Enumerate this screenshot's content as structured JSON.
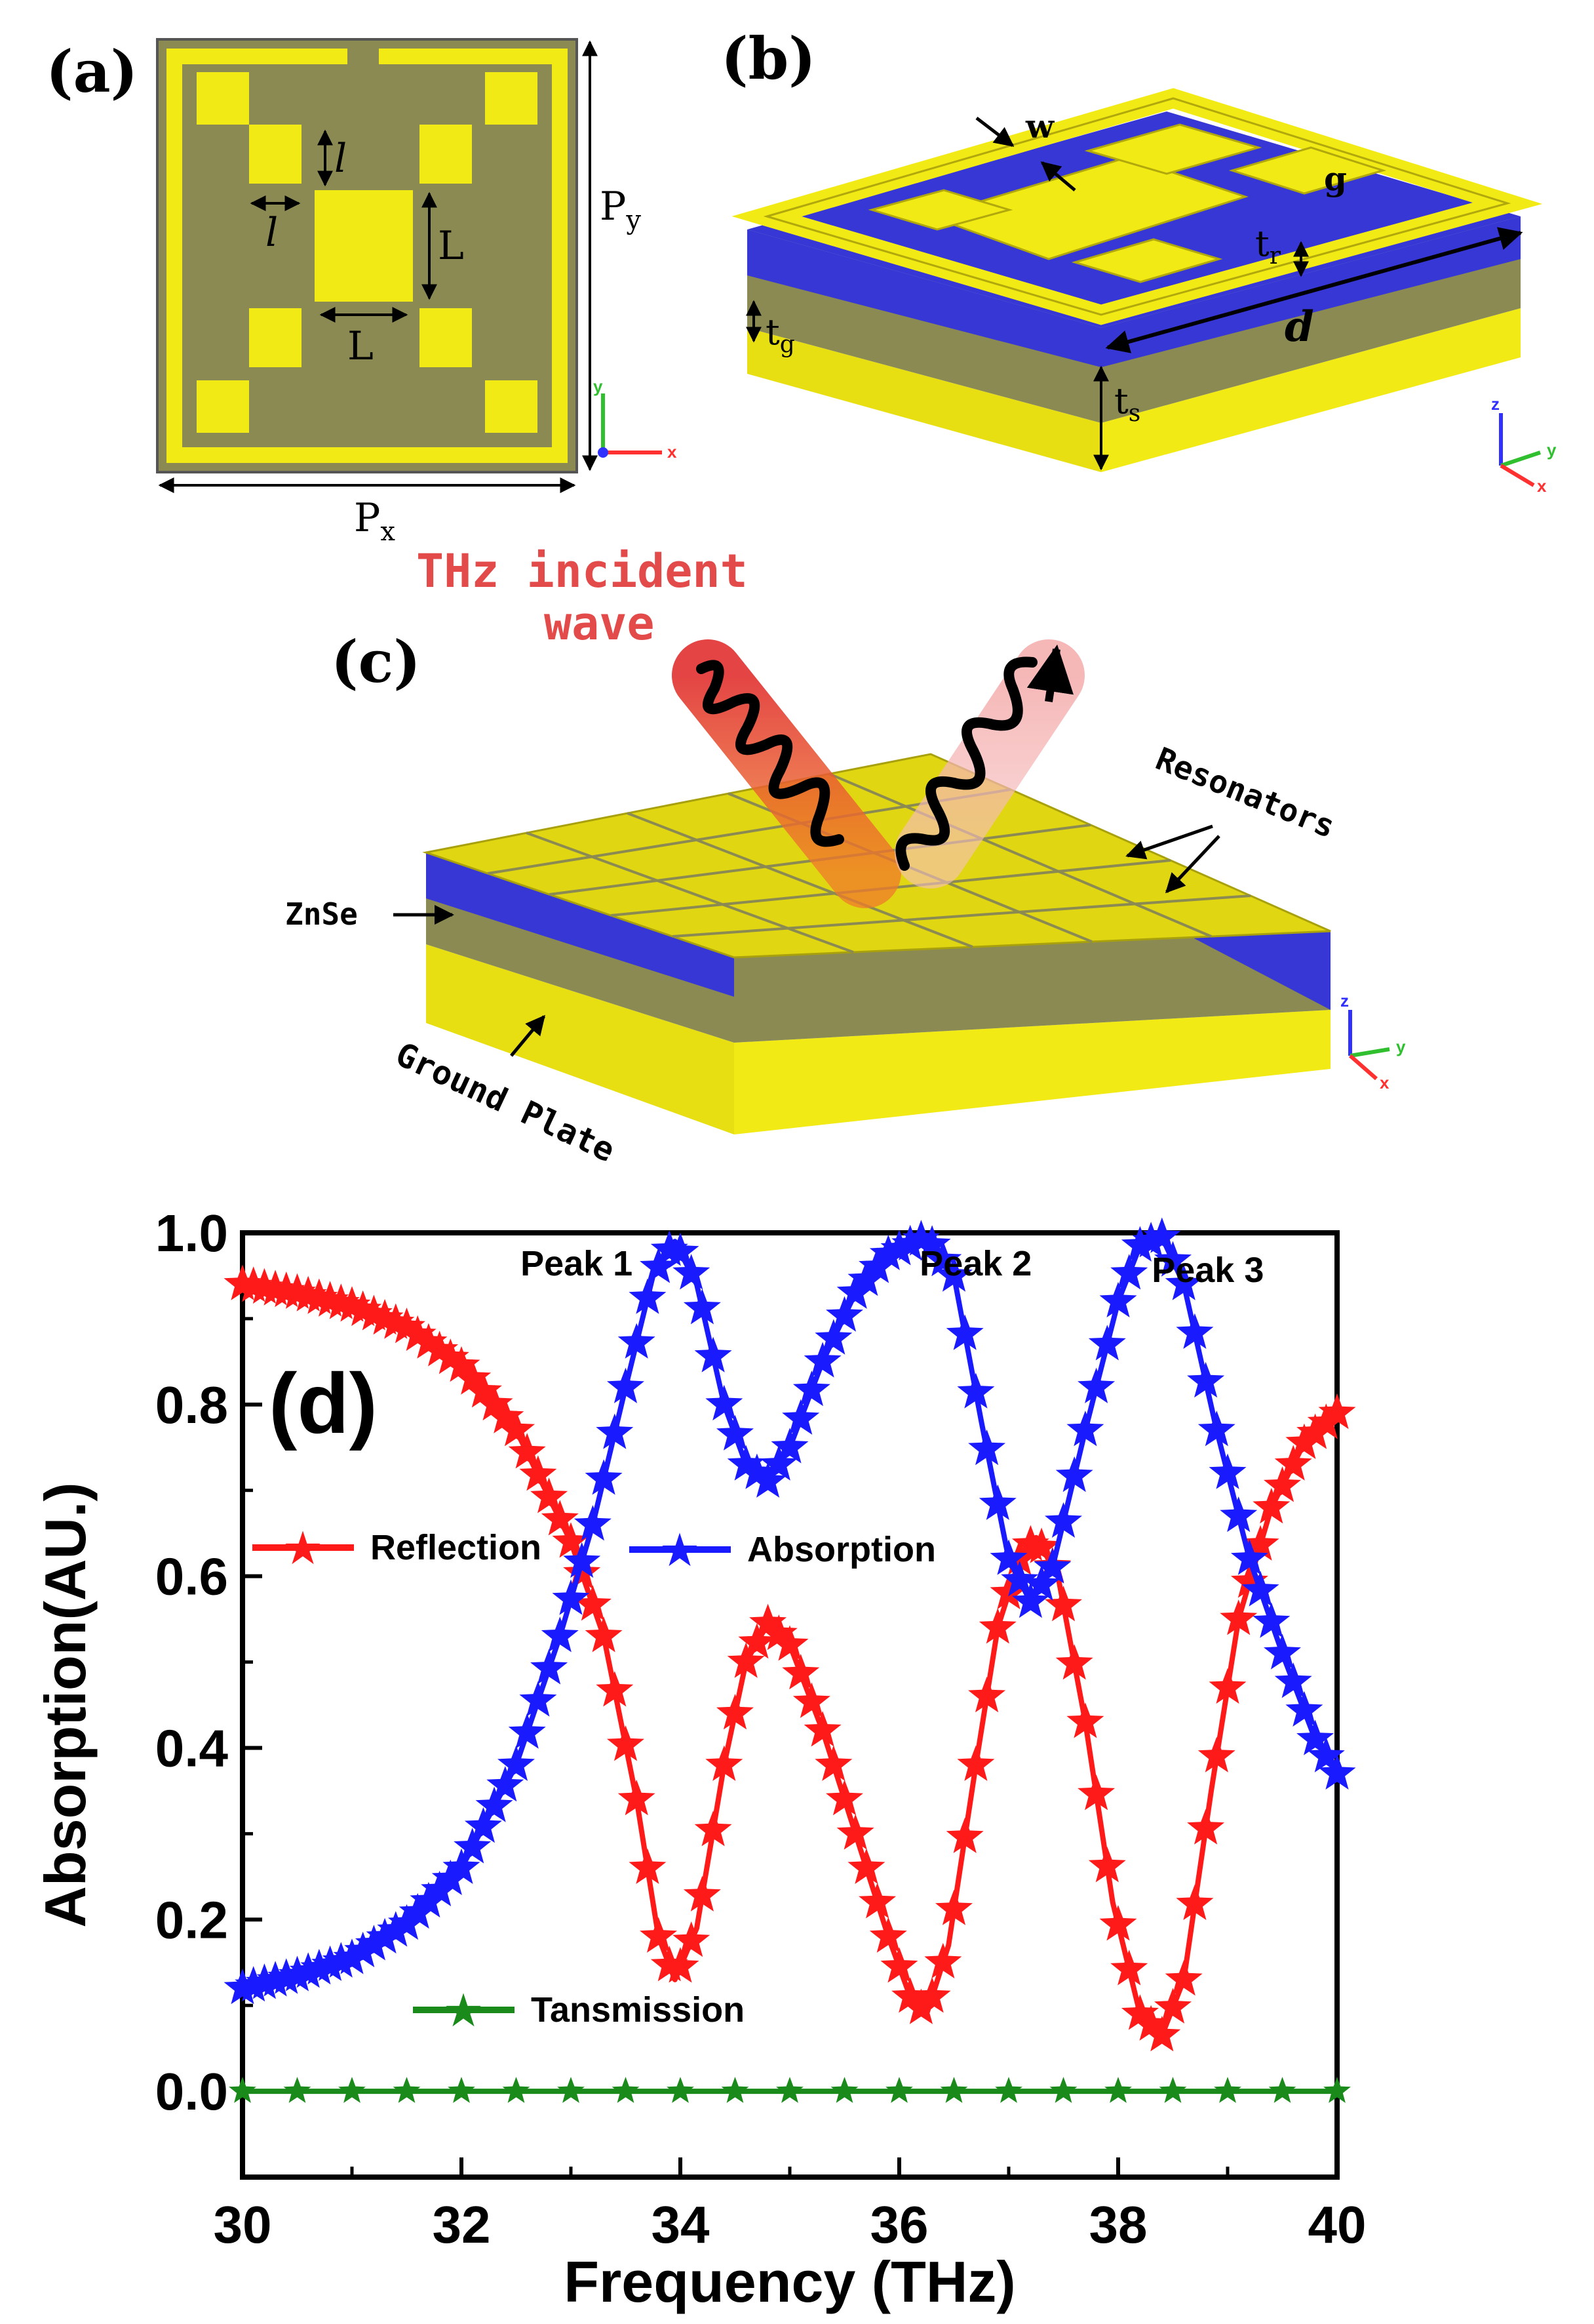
{
  "panels": {
    "a": {
      "label": "(a)",
      "dims": {
        "l_vertical": "l",
        "l_horizontal": "l",
        "L_vertical": "L",
        "L_horizontal": "L",
        "Py": "P",
        "Py_sub": "y",
        "Px": "P",
        "Px_sub": "x"
      },
      "axes": {
        "y": "y",
        "x": "x"
      }
    },
    "b": {
      "label": "(b)",
      "dims": {
        "w": "w",
        "g": "g",
        "tr": "t",
        "tr_sub": "r",
        "d": "d",
        "tg": "t",
        "tg_sub": "g",
        "ts": "t",
        "ts_sub": "s"
      },
      "axes": {
        "z": "z",
        "y": "y",
        "x": "x"
      }
    },
    "c": {
      "label": "(c)",
      "incident_line1": "THz incident",
      "incident_line2": "wave",
      "resonators": "Resonators",
      "substrate": "ZnSe",
      "ground": "Ground Plate",
      "axes": {
        "z": "z",
        "y": "y",
        "x": "x"
      }
    }
  },
  "colors": {
    "gold": "#f2ea14",
    "gold_dark": "#c9bf10",
    "olive": "#8a8a52",
    "blue": "#3737d6",
    "reflection": "#ff1a1a",
    "absorption": "#1a1aff",
    "transmission": "#1a8a1a"
  },
  "chart_data": {
    "type": "line",
    "panel_label": "(d)",
    "xlabel": "Frequency (THz)",
    "ylabel": "Absorption(AU.)",
    "xlim": [
      30,
      40
    ],
    "ylim": [
      -0.1,
      1.0
    ],
    "xticks": [
      "30",
      "32",
      "34",
      "36",
      "38",
      "40"
    ],
    "yticks": [
      "0.0",
      "0.2",
      "0.4",
      "0.6",
      "0.8",
      "1.0"
    ],
    "annotations": [
      {
        "text": "Peak 1",
        "x": 33.95
      },
      {
        "text": "Peak 2",
        "x": 36.25
      },
      {
        "text": "Peak 3",
        "x": 38.4
      }
    ],
    "series": [
      {
        "name": "Reflection",
        "color": "#ff1a1a",
        "points": [
          [
            30,
            0.94
          ],
          [
            30.5,
            0.93
          ],
          [
            31,
            0.915
          ],
          [
            31.5,
            0.89
          ],
          [
            32,
            0.845
          ],
          [
            32.5,
            0.77
          ],
          [
            33,
            0.64
          ],
          [
            33.3,
            0.53
          ],
          [
            33.6,
            0.34
          ],
          [
            33.8,
            0.18
          ],
          [
            33.95,
            0.13
          ],
          [
            34.15,
            0.19
          ],
          [
            34.4,
            0.38
          ],
          [
            34.6,
            0.5
          ],
          [
            34.8,
            0.545
          ],
          [
            35.0,
            0.52
          ],
          [
            35.3,
            0.42
          ],
          [
            35.6,
            0.3
          ],
          [
            35.9,
            0.18
          ],
          [
            36.1,
            0.11
          ],
          [
            36.25,
            0.09
          ],
          [
            36.45,
            0.17
          ],
          [
            36.7,
            0.38
          ],
          [
            36.9,
            0.54
          ],
          [
            37.1,
            0.62
          ],
          [
            37.25,
            0.645
          ],
          [
            37.45,
            0.6
          ],
          [
            37.7,
            0.43
          ],
          [
            37.95,
            0.22
          ],
          [
            38.2,
            0.09
          ],
          [
            38.4,
            0.065
          ],
          [
            38.6,
            0.13
          ],
          [
            38.85,
            0.35
          ],
          [
            39.1,
            0.55
          ],
          [
            39.4,
            0.68
          ],
          [
            39.7,
            0.755
          ],
          [
            40,
            0.79
          ]
        ]
      },
      {
        "name": "Absorption",
        "color": "#1a1aff",
        "points": [
          [
            30,
            0.12
          ],
          [
            30.5,
            0.135
          ],
          [
            31,
            0.155
          ],
          [
            31.5,
            0.195
          ],
          [
            32,
            0.26
          ],
          [
            32.5,
            0.38
          ],
          [
            32.9,
            0.53
          ],
          [
            33.2,
            0.66
          ],
          [
            33.5,
            0.82
          ],
          [
            33.75,
            0.95
          ],
          [
            33.95,
            0.99
          ],
          [
            34.15,
            0.94
          ],
          [
            34.4,
            0.8
          ],
          [
            34.6,
            0.73
          ],
          [
            34.8,
            0.71
          ],
          [
            35.0,
            0.75
          ],
          [
            35.3,
            0.85
          ],
          [
            35.6,
            0.93
          ],
          [
            35.9,
            0.975
          ],
          [
            36.25,
            0.995
          ],
          [
            36.5,
            0.95
          ],
          [
            36.75,
            0.78
          ],
          [
            37.0,
            0.62
          ],
          [
            37.2,
            0.57
          ],
          [
            37.4,
            0.61
          ],
          [
            37.7,
            0.77
          ],
          [
            38.0,
            0.92
          ],
          [
            38.2,
            0.985
          ],
          [
            38.4,
            0.995
          ],
          [
            38.6,
            0.94
          ],
          [
            38.9,
            0.77
          ],
          [
            39.2,
            0.62
          ],
          [
            39.5,
            0.51
          ],
          [
            39.8,
            0.41
          ],
          [
            40,
            0.37
          ]
        ]
      },
      {
        "name": "Tansmission",
        "color": "#1a8a1a",
        "points": [
          [
            30,
            0.0
          ],
          [
            31,
            0.0
          ],
          [
            32,
            0.0
          ],
          [
            33,
            0.0
          ],
          [
            34,
            0.0
          ],
          [
            35,
            0.0
          ],
          [
            36,
            0.0
          ],
          [
            37,
            0.0
          ],
          [
            38,
            0.0
          ],
          [
            39,
            0.0
          ],
          [
            40,
            0.0
          ]
        ]
      }
    ],
    "legend": [
      {
        "name": "Reflection",
        "placement": "upper-left"
      },
      {
        "name": "Absorption",
        "placement": "upper-center"
      },
      {
        "name": "Tansmission",
        "placement": "lower-left"
      }
    ]
  }
}
